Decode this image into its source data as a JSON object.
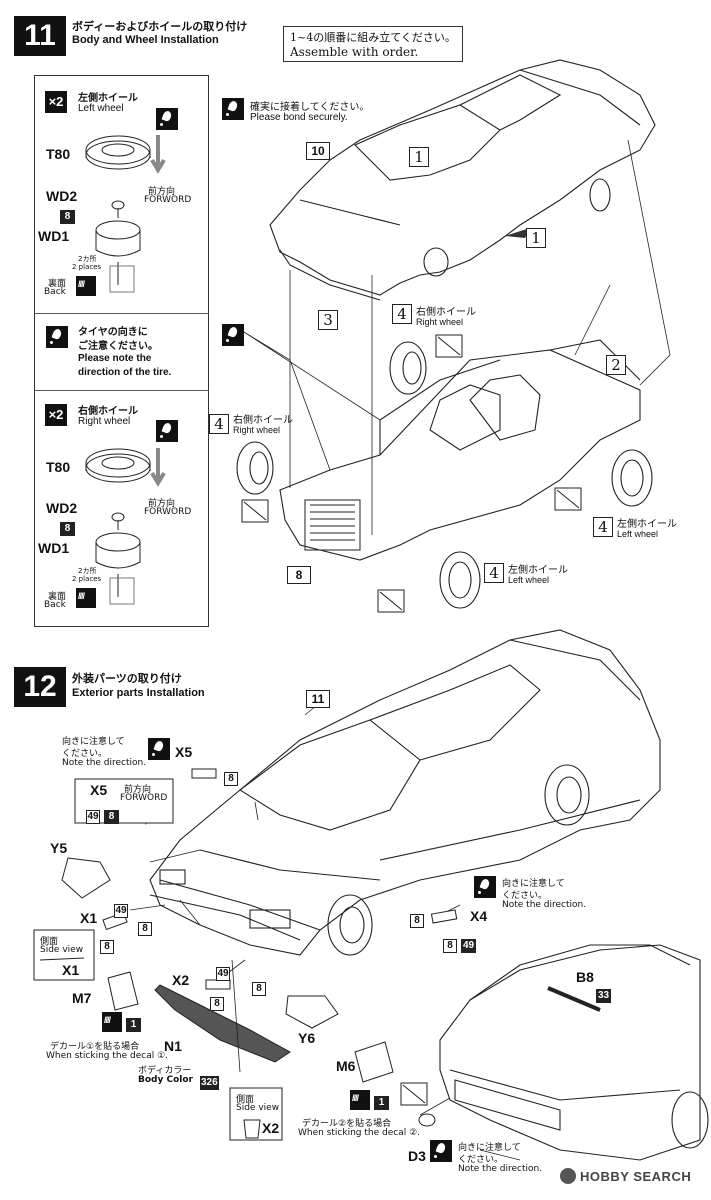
{
  "step11": {
    "number": "11",
    "title_jp": "ボディーおよびホイールの取り付け",
    "title_en": "Body and Wheel Installation",
    "order_note_jp": "1~4の順番に組み立てください。",
    "order_note_en": "Assemble with order.",
    "bond_jp": "確実に接着してください。",
    "bond_en": "Please bond securely.",
    "part_10": "10",
    "part_8": "8",
    "seq_1": "1",
    "seq_2": "2",
    "seq_3": "3",
    "seq_4": "4",
    "right_wheel_jp": "右側ホイール",
    "right_wheel_en": "Right wheel",
    "left_wheel_jp": "左側ホイール",
    "left_wheel_en": "Left wheel",
    "sidebar": {
      "qty": "×2",
      "left_wheel_jp": "左側ホイール",
      "left_wheel_en": "Left wheel",
      "right_wheel_jp": "右側ホイール",
      "right_wheel_en": "Right wheel",
      "t80": "T80",
      "wd2": "WD2",
      "wd1": "WD1",
      "poly_num": "8",
      "forward_jp": "前方向",
      "forward_en": "FORWORD",
      "two_places_jp": "2カ所",
      "two_places_en": "2 places",
      "back_jp": "裏面",
      "back_en": "Back",
      "tire_note_jp1": "タイヤの向きに",
      "tire_note_jp2": "ご注意ください。",
      "tire_note_en1": "Please note the",
      "tire_note_en2": "direction of the tire."
    }
  },
  "step12": {
    "number": "12",
    "title_jp": "外装パーツの取り付け",
    "title_en": "Exterior parts Installation",
    "part_11": "11",
    "note_jp1": "向きに注意して",
    "note_jp2": "ください。",
    "note_en": "Note the direction.",
    "x5": "X5",
    "x4": "X4",
    "x1": "X1",
    "x2": "X2",
    "y5": "Y5",
    "y6": "Y6",
    "m7": "M7",
    "m6": "M6",
    "n1": "N1",
    "b8": "B8",
    "d3": "D3",
    "num_8": "8",
    "num_49": "49",
    "num_33": "33",
    "num_326": "326",
    "decal_1": "1",
    "forward_jp": "前方向",
    "forward_en": "FORWORD",
    "side_view_jp": "側面",
    "side_view_en": "Side view",
    "decal1_jp": "デカール①を貼る場合",
    "decal1_en": "When sticking the decal ①.",
    "decal2_jp": "デカール②を貼る場合",
    "decal2_en": "When sticking the decal ②.",
    "body_color_jp": "ボディカラー",
    "body_color_en": "Body Color"
  },
  "watermark": "HOBBY SEARCH"
}
